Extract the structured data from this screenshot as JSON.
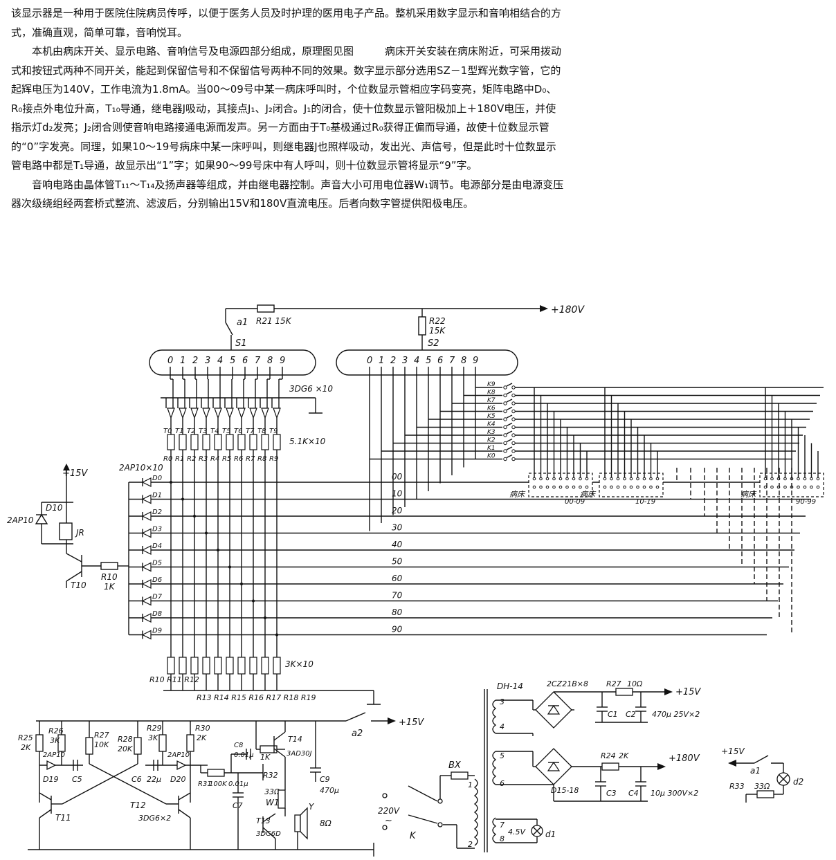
{
  "text": {
    "p1": "该显示器是一种用于医院住院病员传呼，以便于医务人员及时护理的医用电子产品。整机采用数字显示和音响相结合的方式，准确直观，简单可靠，音响悦耳。",
    "p2": "本机由病床开关、显示电路、音响信号及电源四部分组成，原理图见图　　　病床开关安装在病床附近，可采用拨动式和按钮式两种不同开关，能起到保留信号和不保留信号两种不同的效果。数字显示部分选用SZ－1型辉光数字管，它的起辉电压为140V，工作电流为1.8mA。当00～09号中某一病床呼叫时，个位数显示管相应字码变亮，矩阵电路中D₀、R₀接点外电位升高，T₁₀导通，继电器J吸动，其接点J₁、J₂闭合。J₁的闭合，使十位数显示管阳极加上＋180V电压，并使指示灯d₂发亮；J₂闭合则使音响电路接通电源而发声。另一方面由于T₀基极通过R₀获得正偏而导通，故使十位数显示管的“0”字发亮。同理，如果10～19号病床中某一床呼叫，则继电器J也照样吸动，发出光、声信号，但是此时十位数显示管电路中都是T₁导通，故显示出“1”字；如果90～99号床中有人呼叫，则十位数显示管将显示“9”字。",
    "p3": "音响电路由晶体管T₁₁～T₁₄及扬声器等组成，并由继电器控制。声音大小可用电位器W₁调节。电源部分是由电源变压器次级绕组经两套桥式整流、滤波后，分别输出15V和180V直流电压。后者向数字管提供阳极电压。"
  },
  "schematic": {
    "tube_digits": [
      "0",
      "1",
      "2",
      "3",
      "4",
      "5",
      "6",
      "7",
      "8",
      "9"
    ],
    "row_labels": [
      "00",
      "10",
      "20",
      "30",
      "40",
      "50",
      "60",
      "70",
      "80",
      "90"
    ],
    "diode_labels": [
      "D0",
      "D1",
      "D2",
      "D3",
      "D4",
      "D5",
      "D6",
      "D7",
      "D8",
      "D9"
    ],
    "t_labels": [
      "T0",
      "T1",
      "T2",
      "T3",
      "T4",
      "T5",
      "T6",
      "T7",
      "T8",
      "T9"
    ],
    "r_labels": [
      "R0",
      "R1",
      "R2",
      "R3",
      "R4",
      "R5",
      "R6",
      "R7",
      "R8",
      "R9"
    ],
    "k_labels": [
      "K9",
      "K8",
      "K7",
      "K6",
      "K5",
      "K4",
      "K3",
      "K2",
      "K1",
      "K0"
    ],
    "bed_groups": [
      "00-09",
      "10-19",
      "90-99"
    ],
    "bed_word": "病床",
    "labels": {
      "v180_top": "+180V",
      "r21": "R21  15K",
      "a1_top": "a1",
      "s1": "S1",
      "r22": "R22",
      "r22_val": "15K",
      "s2": "S2",
      "t_array": "3DG6 ×10",
      "r_array": "5.1K×10",
      "diode_array": "2AP10×10",
      "v15_left": "+15V",
      "d10_type": "2AP10",
      "d10": "D10",
      "jr": "JR",
      "t10": "T10",
      "r10": "R10",
      "r10_val": "1K",
      "r_bottom_array": "3K×10",
      "r_bottom_a": "R10  R11 R12",
      "r_bottom_b": "R13 R14 R15 R16 R17 R18 R19",
      "a2": "a2",
      "v15_audio": "+15V",
      "r25": "R25",
      "r25_val": "2K",
      "r26": "R26",
      "r26_val": "3K",
      "r27": "R27",
      "r27_val": "10K",
      "r28": "R28",
      "r28_val": "20K",
      "r29": "R29",
      "r29_val": "3K",
      "r30": "R30",
      "r30_val": "2K",
      "d_2ap10_a": "2AP10",
      "d_2ap10_b": "2AP10",
      "d19": "D19",
      "c5": "C5",
      "c6": "C6",
      "c6_val": "22μ",
      "d20": "D20",
      "t11": "T11",
      "t12": "T12",
      "t12_type": "3DG6×2",
      "r31": "R31",
      "r31_val": "100K",
      "c8": "C8",
      "c8_val": "0.01μ",
      "c7_val": "0.01μ",
      "c7": "C7",
      "r1k": "1K",
      "r32": "R32",
      "r33_val": "33Ω",
      "w1": "W1",
      "t13": "T13",
      "t13_type": "3DG6D",
      "t14": "T14",
      "t14_type": "3AD30J",
      "c9": "C9",
      "c9_val": "470μ",
      "speaker_y": "Y",
      "speaker_val": "8Ω",
      "bx": "BX",
      "mains": "220V",
      "mains_tilde": "~",
      "k_switch": "K",
      "tr_1": "1",
      "tr_2": "2",
      "dh14": "DH-14",
      "bridge1": "2CZ21B×8",
      "r27p": "R27",
      "r27p_val": "10Ω",
      "v15_out": "+15V",
      "c1": "C1",
      "c2": "C2",
      "c12_val": "470μ 25V×2",
      "tr_3": "3",
      "tr_4": "4",
      "tr_5": "5",
      "tr_6": "6",
      "tr_7": "7",
      "tr_8": "8",
      "r24": "R24",
      "r24_val": "2K",
      "v180_out": "+180V",
      "d15_18": "D15-18",
      "c3": "C3",
      "c4": "C4",
      "c34_val": "10μ 300V×2",
      "v45": "4.5V",
      "d1": "d1",
      "v15_lamp": "+15V",
      "a1_lamp": "a1",
      "r33": "R33",
      "r33_val2": "33Ω",
      "d2": "d2"
    }
  }
}
